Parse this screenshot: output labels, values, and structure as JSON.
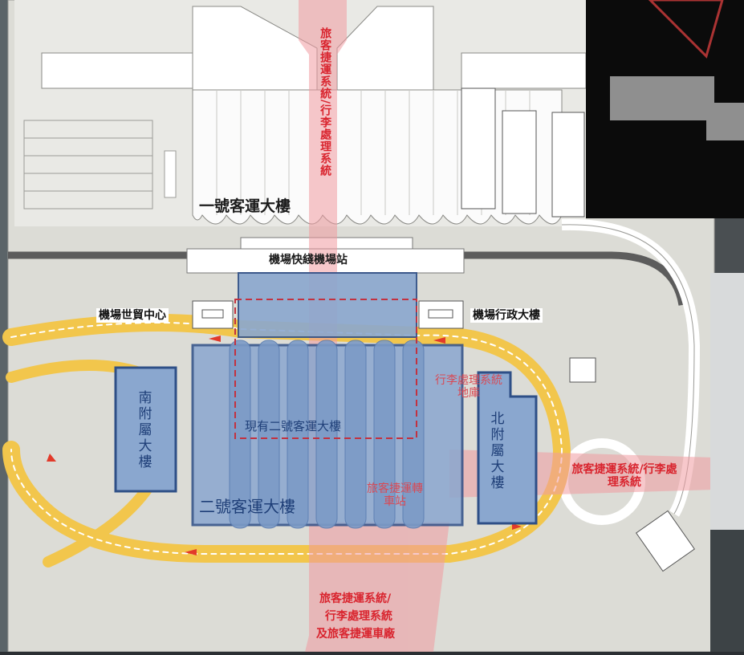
{
  "map": {
    "labels": {
      "t1": "一號客運大樓",
      "airport_express": "機場快綫機場站",
      "world_trade": "機場世貿中心",
      "admin_building": "機場行政大樓",
      "existing_t2": "現有二號客運大樓",
      "t2": "二號客運大樓",
      "south_annex": "南附屬大樓",
      "north_annex": "北附屬大樓",
      "baggage_depot": "行李處理系統地庫",
      "apm_station": "旅客捷運轉車站",
      "apm_top": "旅客捷運系統/行李處理系統",
      "apm_right": "旅客捷運系統/行李處理系統",
      "apm_bottom_1": "旅客捷運系統/",
      "apm_bottom_2": "行李處理系統",
      "apm_bottom_3": "及旅客捷運車廠"
    },
    "colors": {
      "ground": "#dcdcd6",
      "road": "#f2c64c",
      "building_fill": "#7f9fcf",
      "building_edge": "#2e4f87",
      "corridor": "#f09aa0",
      "red_text": "#d9242e"
    }
  }
}
